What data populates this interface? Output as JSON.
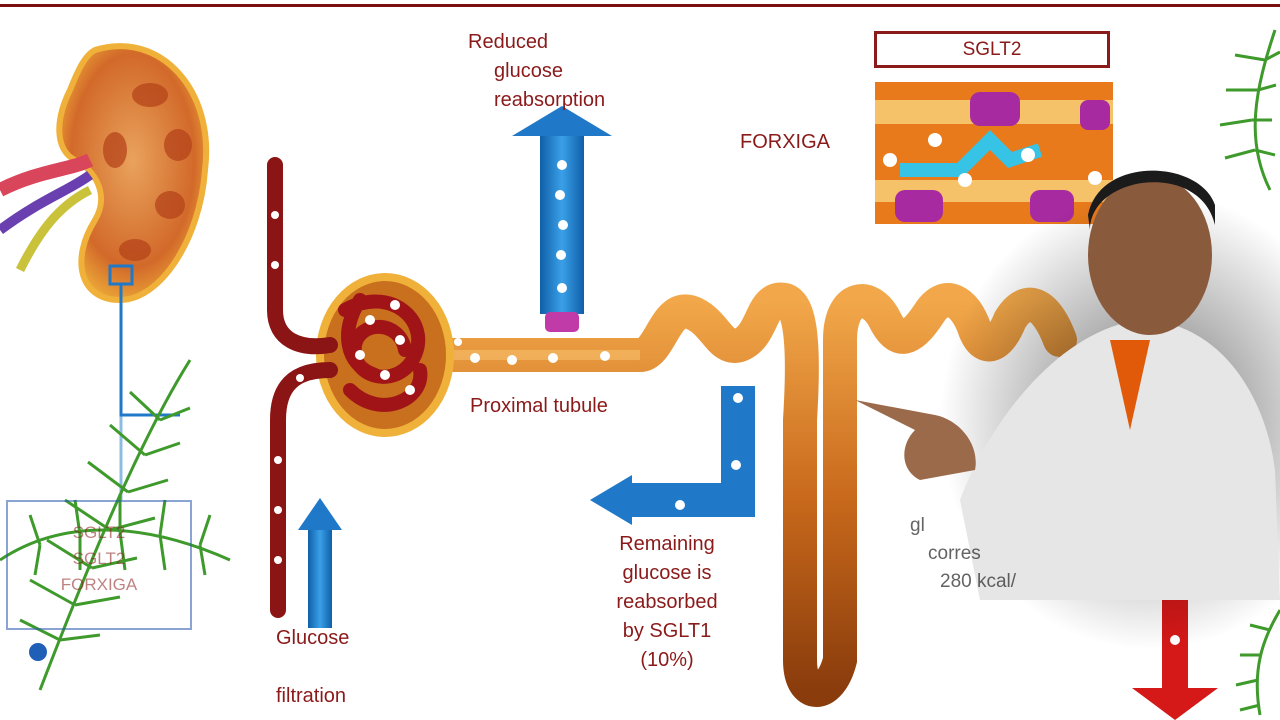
{
  "labels": {
    "reduced_reabsorption": [
      "Reduced",
      "glucose",
      "reabsorption"
    ],
    "forxiga": "FORXIGA",
    "sglt2_box": "SGLT2",
    "proximal_tubule": "Proximal tubule",
    "remaining": [
      "Remaining",
      "glucose is",
      "reabsorbed",
      "by  SGLT1",
      "(10%)"
    ],
    "glucose_filtration": [
      "Glucose",
      "filtration"
    ],
    "faded_box": [
      "SGLT2",
      "SGLT2",
      "FORXIGA"
    ],
    "faded_text": [
      "gl",
      "corres",
      "280 kcal/"
    ]
  },
  "colors": {
    "label_red": "#8b1a1a",
    "arrow_blue": "#1f78c8",
    "tubule_orange": "#d9822b",
    "vessel_red": "#8b1414",
    "fern_green": "#3f9a2c"
  }
}
